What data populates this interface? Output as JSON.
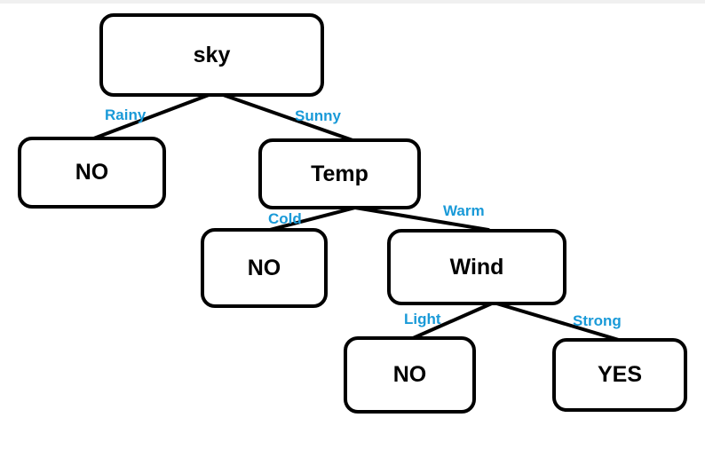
{
  "diagram": {
    "nodes": {
      "root": {
        "label": "sky"
      },
      "sky_rainy": {
        "label": "NO"
      },
      "temp": {
        "label": "Temp"
      },
      "temp_cold": {
        "label": "NO"
      },
      "wind": {
        "label": "Wind"
      },
      "wind_light": {
        "label": "NO"
      },
      "wind_strong": {
        "label": "YES"
      }
    },
    "edges": {
      "rainy": {
        "label": "Rainy"
      },
      "sunny": {
        "label": "Sunny"
      },
      "cold": {
        "label": "Cold"
      },
      "warm": {
        "label": "Warm"
      },
      "light": {
        "label": "Light"
      },
      "strong": {
        "label": "Strong"
      }
    },
    "colors": {
      "edge_label": "#1a9ad8",
      "node_border": "#000000",
      "line": "#000000"
    }
  }
}
